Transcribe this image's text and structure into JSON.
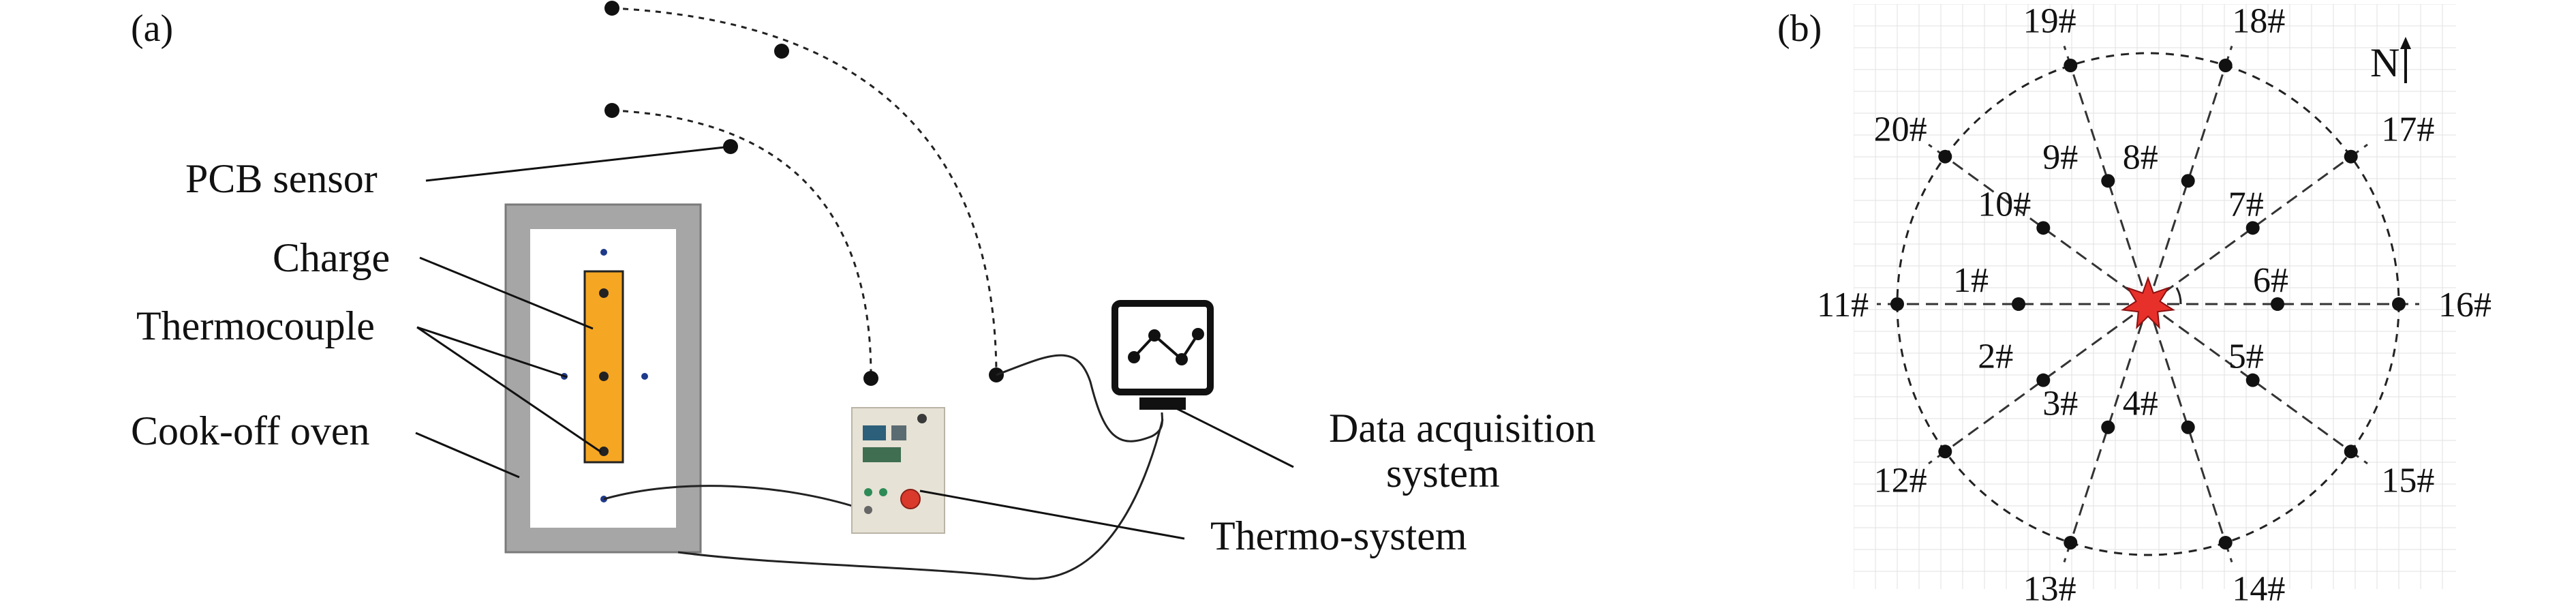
{
  "panel_a": {
    "label": "(a)",
    "labels": {
      "pcb_sensor": "PCB sensor",
      "charge": "Charge",
      "thermocouple": "Thermocouple",
      "cook_off_oven": "Cook-off oven",
      "daq_line1": "Data acquisition",
      "daq_line2": "system",
      "thermo_system": "Thermo-system"
    }
  },
  "panel_b": {
    "label": "(b)",
    "north": "N",
    "inner_ring": [
      "1#",
      "2#",
      "3#",
      "4#",
      "5#",
      "6#",
      "7#",
      "8#",
      "9#",
      "10#"
    ],
    "outer_ring": [
      "11#",
      "12#",
      "13#",
      "14#",
      "15#",
      "16#",
      "17#",
      "18#",
      "19#",
      "20#"
    ]
  },
  "colors": {
    "charge_fill": "#F5A623",
    "oven_frame": "#A6A6A6",
    "explosion_star": "#E8302A",
    "grid": "#E2E2E2"
  }
}
